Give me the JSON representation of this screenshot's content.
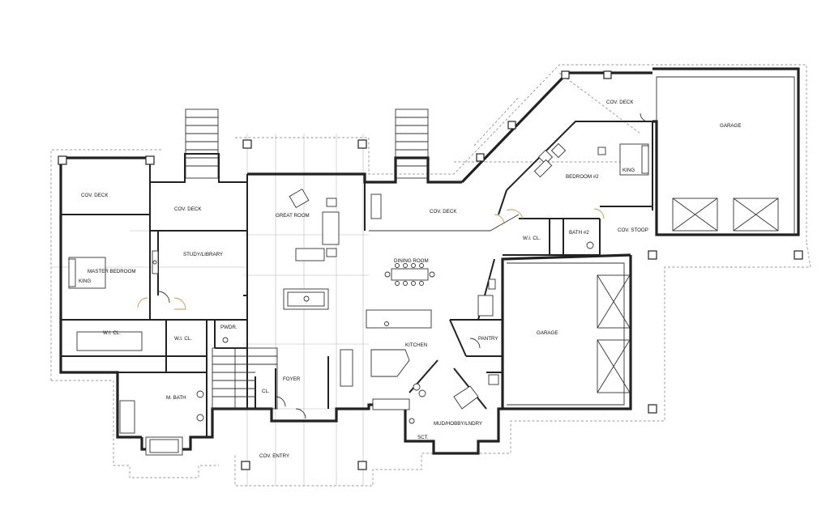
{
  "plan": {
    "rooms": [
      {
        "key": "cov_deck_left",
        "label": "COV. DECK"
      },
      {
        "key": "cov_deck_2",
        "label": "COV. DECK"
      },
      {
        "key": "great_room",
        "label": "GREAT ROOM"
      },
      {
        "key": "cov_deck_center",
        "label": "COV. DECK"
      },
      {
        "key": "cov_deck_right",
        "label": "COV. DECK"
      },
      {
        "key": "garage_top",
        "label": "GARAGE"
      },
      {
        "key": "bedroom2",
        "label": "BEDROOM #2"
      },
      {
        "key": "master_bedroom",
        "label": "MASTER BEDROOM"
      },
      {
        "key": "study",
        "label": "STUDY/LIBRARY"
      },
      {
        "key": "dining",
        "label": "DINING ROOM"
      },
      {
        "key": "wi_cl_right",
        "label": "W.I. CL."
      },
      {
        "key": "bath2",
        "label": "BATH #2"
      },
      {
        "key": "cov_stoop",
        "label": "COV. STOOP"
      },
      {
        "key": "wi_cl_1",
        "label": "W.I. CL."
      },
      {
        "key": "wi_cl_2",
        "label": "W.I. CL."
      },
      {
        "key": "pwdr",
        "label": "PWDR."
      },
      {
        "key": "pantry",
        "label": "PANTRY"
      },
      {
        "key": "garage_mid",
        "label": "GARAGE"
      },
      {
        "key": "kitchen",
        "label": "KITCHEN"
      },
      {
        "key": "m_bath",
        "label": "M. BATH"
      },
      {
        "key": "cl",
        "label": "CL."
      },
      {
        "key": "foyer",
        "label": "FOYER"
      },
      {
        "key": "mud",
        "label": "MUD/HOBBY/LNDRY"
      },
      {
        "key": "sct",
        "label": "SCT."
      },
      {
        "key": "cov_entry",
        "label": "COV. ENTRY"
      }
    ],
    "bed_labels": [
      {
        "key": "king_master",
        "label": "KING"
      },
      {
        "key": "king_bed2",
        "label": "KING"
      }
    ]
  }
}
